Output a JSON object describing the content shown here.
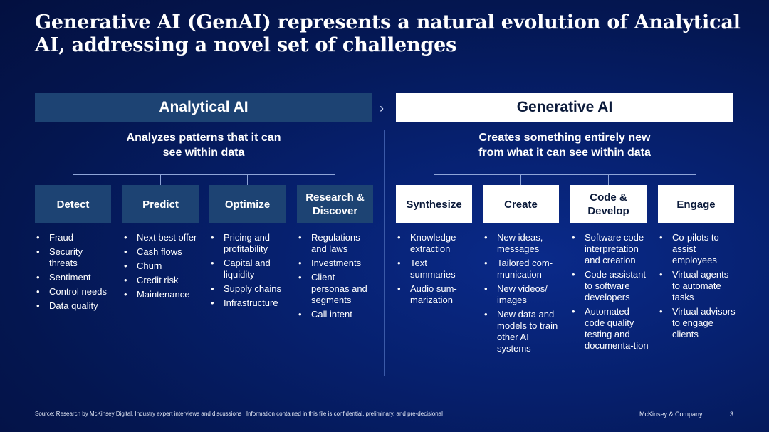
{
  "title": "Generative AI (GenAI) represents a natural evolution of Analytical AI, addressing a novel set of challenges",
  "left": {
    "header": "Analytical AI",
    "subtitle_line1": "Analyzes patterns that it can",
    "subtitle_line2": "see within data",
    "categories": [
      {
        "name": "Detect",
        "items": [
          "Fraud",
          "Security threats",
          "Sentiment",
          "Control needs",
          "Data quality"
        ]
      },
      {
        "name": "Predict",
        "items": [
          "Next best offer",
          "Cash flows",
          "Churn",
          "Credit risk",
          "Maintenance"
        ]
      },
      {
        "name": "Optimize",
        "items": [
          "Pricing and profitability",
          "Capital and liquidity",
          "Supply chains",
          "Infrastructure"
        ]
      },
      {
        "name": "Research & Discover",
        "items": [
          "Regulations and laws",
          "Investments",
          "Client personas and segments",
          "Call intent"
        ]
      }
    ]
  },
  "arrow": "›",
  "right": {
    "header": "Generative  AI",
    "subtitle_line1": "Creates something entirely new",
    "subtitle_line2": "from what it can see within data",
    "categories": [
      {
        "name": "Synthesize",
        "items": [
          "Knowledge extraction",
          "Text summaries",
          "Audio sum-marization"
        ]
      },
      {
        "name": "Create",
        "items": [
          "New ideas, messages",
          "Tailored com-munication",
          "New videos/ images",
          "New data and models to train other AI systems"
        ]
      },
      {
        "name": "Code & Develop",
        "items": [
          "Software code interpretation and creation",
          "Code assistant to software developers",
          "Automated code quality testing and documenta-tion"
        ]
      },
      {
        "name": "Engage",
        "items": [
          "Co-pilots to assist employees",
          "Virtual agents to automate tasks",
          "Virtual advisors to engage clients"
        ]
      }
    ]
  },
  "footer": {
    "source": "Source: Research by McKinsey Digital, Industry expert interviews and discussions | Information contained in this file is confidential, preliminary, and pre-decisional",
    "brand": "McKinsey & Company",
    "page": "3"
  },
  "colors": {
    "background": "#06206e",
    "analytical_box": "#1d4373",
    "generative_box": "#ffffff"
  }
}
